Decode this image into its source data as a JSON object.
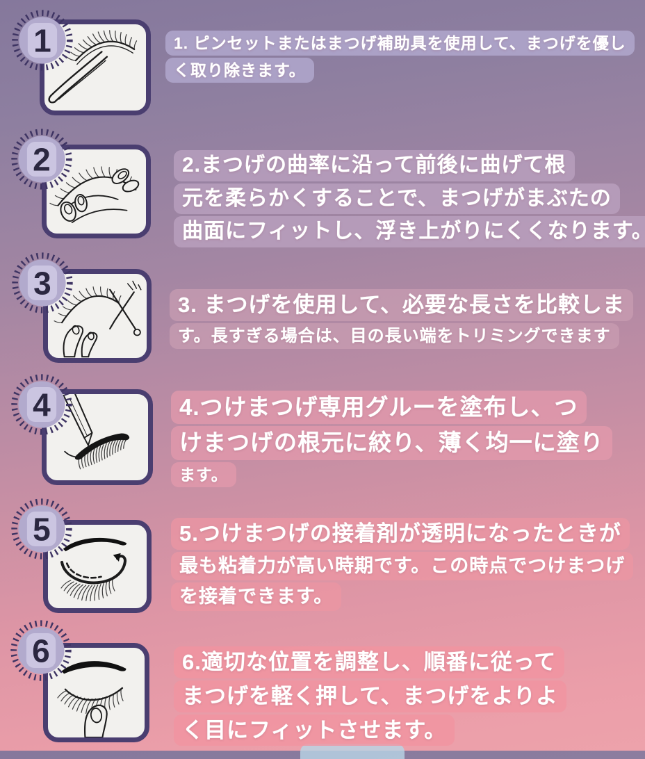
{
  "steps": [
    {
      "number": "1",
      "illustration": "tweezers-holding-false-lash-icon",
      "pill_color": "#b3aacfcc",
      "lines": [
        {
          "text": "1. ピンセットまたはまつげ補助具を使用して、まつげを優し"
        },
        {
          "text": "く取り除きます。"
        }
      ]
    },
    {
      "number": "2",
      "illustration": "fingers-bending-lash-band-icon",
      "pill_color": "#bda3c2b8",
      "lines": [
        {
          "text": "2.まつげの曲率に沿って前後に曲げて根"
        },
        {
          "text": "元を柔らかくすることで、まつげがまぶたの"
        },
        {
          "text": "曲面にフィットし、浮き上がりにくくなります。"
        }
      ]
    },
    {
      "number": "3",
      "illustration": "scissors-trimming-lash-icon",
      "pill_color": "#cc9fb3a8",
      "lines": [
        {
          "text": "3. まつげを使用して、必要な長さを比較しま"
        },
        {
          "text": "す。長すぎる場合は、目の長い端をトリミングできます"
        }
      ]
    },
    {
      "number": "4",
      "illustration": "glue-applicator-on-lash-icon",
      "pill_color": "#e59aacb8",
      "lines": [
        {
          "text": "4.つけまつげ専用グルーを塗布し、つ"
        },
        {
          "text": "けまつげの根元に絞り、薄く均一に塗り"
        },
        {
          "text": "ます。"
        }
      ]
    },
    {
      "number": "5",
      "illustration": "closed-eye-with-placement-arrow-icon",
      "pill_color": "#ec95a3c4",
      "lines": [
        {
          "text": "5.つけまつげの接着剤が透明になったときが"
        },
        {
          "text": "最も粘着力が高い時期です。この時点でつけまつげ"
        },
        {
          "text": "を接着できます。"
        }
      ]
    },
    {
      "number": "6",
      "illustration": "finger-pressing-lash-on-eye-icon",
      "pill_color": "#f194a0cc",
      "lines": [
        {
          "text": "6.適切な位置を調整し、順番に従って"
        },
        {
          "text": "まつげを軽く押して、まつげをよりよ"
        },
        {
          "text": "く目にフィットさせます。"
        }
      ]
    }
  ],
  "colors": {
    "background_top": "#85789c",
    "background_bottom": "#eda2ab",
    "badge_ring": "#3e3463",
    "badge_fill": "#b2aacd",
    "badge_inner": "#cbc5e1",
    "badge_number": "#2b2740",
    "box_border": "#4a3e70",
    "box_fill": "#f2f1ee",
    "text": "#ffffff"
  }
}
